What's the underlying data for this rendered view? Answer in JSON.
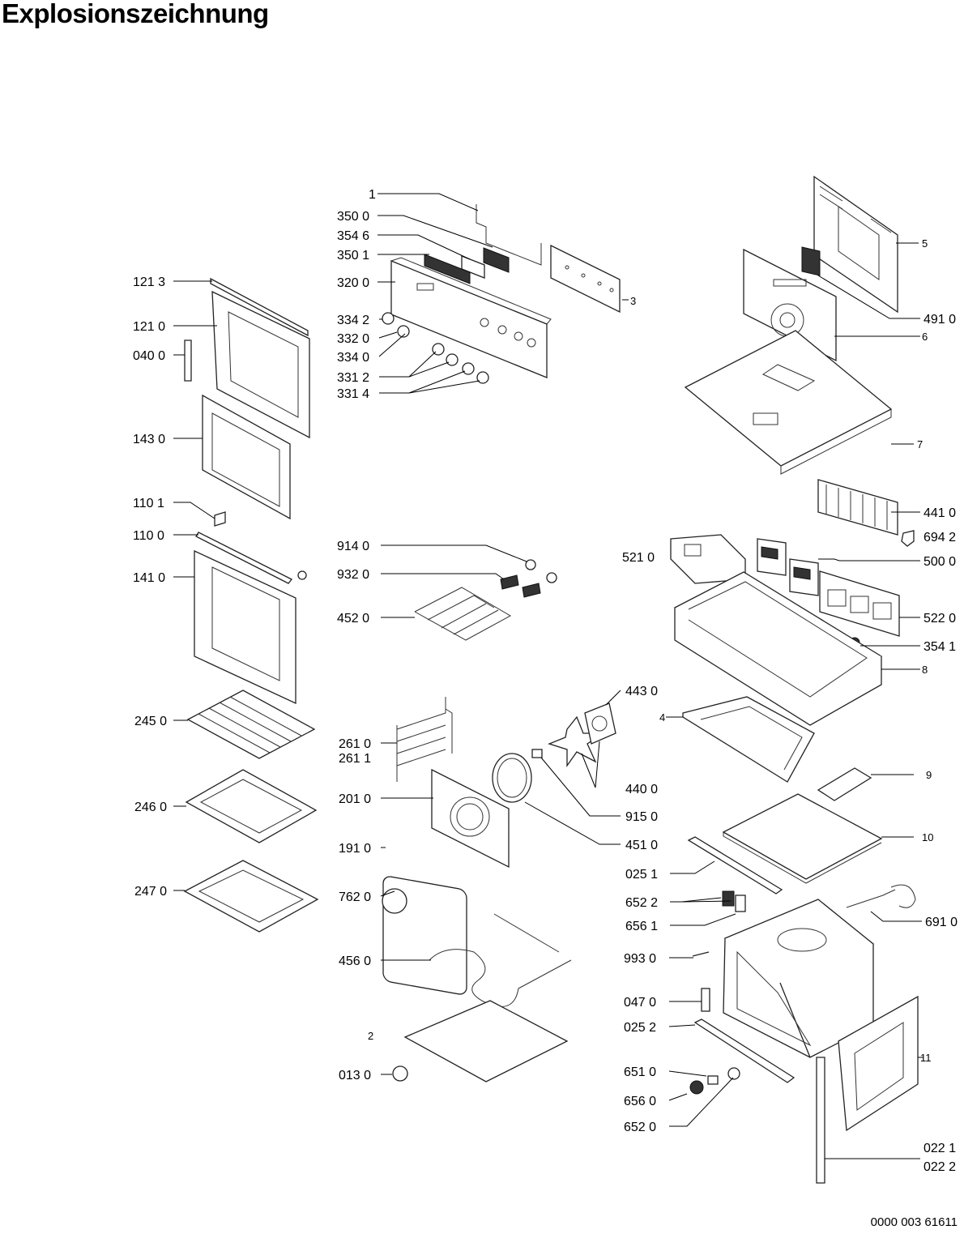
{
  "page": {
    "title": "Explosionszeichnung",
    "doc_number": "0000 003 61611"
  },
  "labels": {
    "l_1": "1",
    "l_3500": "350 0",
    "l_3546": "354 6",
    "l_3501": "350 1",
    "l_3200": "320 0",
    "l_3342": "334 2",
    "l_3320": "332 0",
    "l_3340": "334 0",
    "l_3312": "331 2",
    "l_3314": "331 4",
    "l_3": "3",
    "l_5": "5",
    "l_4910": "491 0",
    "l_6": "6",
    "l_7": "7",
    "l_4410": "441 0",
    "l_6942": "694 2",
    "l_5210": "521 0",
    "l_5000": "500 0",
    "l_5220": "522 0",
    "l_3541": "354 1",
    "l_8": "8",
    "l_1213": "121 3",
    "l_1210": "121 0",
    "l_0400": "040 0",
    "l_1430": "143 0",
    "l_1101": "110 1",
    "l_1100": "110 0",
    "l_1410": "141 0",
    "l_2450": "245 0",
    "l_2460": "246 0",
    "l_2470": "247 0",
    "l_9140": "914 0",
    "l_9320": "932 0",
    "l_4520": "452 0",
    "l_4430": "443 0",
    "l_4": "4",
    "l_2610": "261 0",
    "l_2611": "261 1",
    "l_4400": "440 0",
    "l_9": "9",
    "l_2010": "201 0",
    "l_9150": "915 0",
    "l_10": "10",
    "l_1910": "191 0",
    "l_4510": "451 0",
    "l_0251": "025 1",
    "l_7620": "762 0",
    "l_6522": "652 2",
    "l_6561": "656 1",
    "l_6910": "691 0",
    "l_4560": "456 0",
    "l_9930": "993 0",
    "l_0470": "047 0",
    "l_2": "2",
    "l_0252": "025 2",
    "l_11": "11",
    "l_0130": "013 0",
    "l_6510": "651 0",
    "l_6560": "656 0",
    "l_6520": "652 0",
    "l_0221": "022 1",
    "l_0222": "022 2"
  }
}
